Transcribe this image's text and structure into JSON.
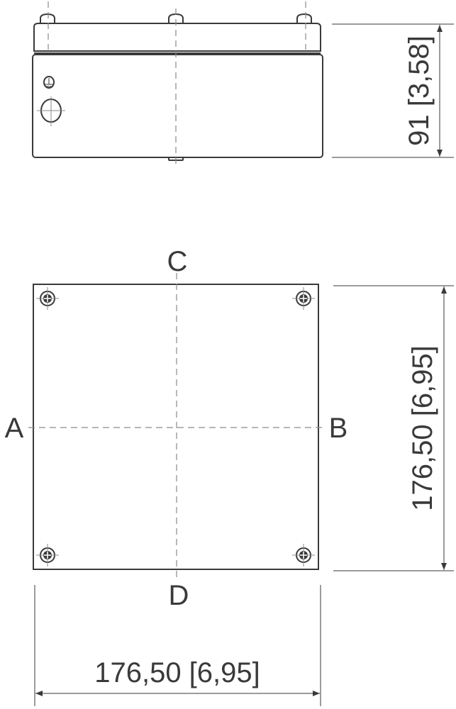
{
  "side_view": {
    "height_dimension": "91 [3,58]"
  },
  "plan_view": {
    "labels": {
      "top": "C",
      "left": "A",
      "right": "B",
      "bottom": "D"
    },
    "height_dimension": "176,50 [6,95]",
    "width_dimension": "176,50 [6,95]"
  },
  "colors": {
    "line": "#3a3a3a",
    "centerline": "#8a8a8a"
  }
}
